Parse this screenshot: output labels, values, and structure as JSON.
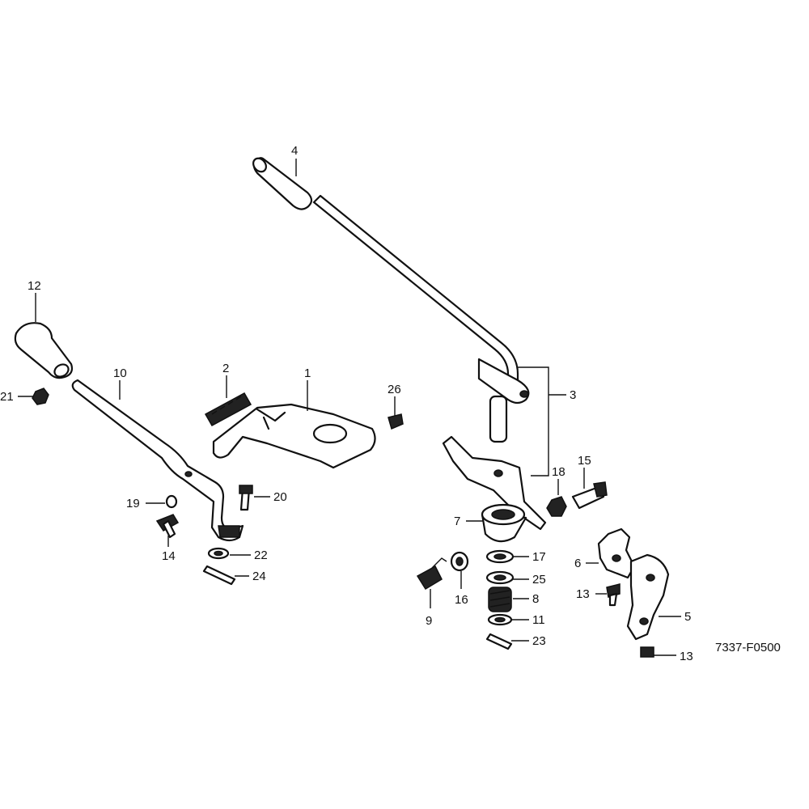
{
  "diagram": {
    "figure_code": "7337-F0500",
    "callouts": {
      "c1": "1",
      "c2": "2",
      "c3": "3",
      "c4": "4",
      "c5": "5",
      "c6": "6",
      "c7": "7",
      "c8": "8",
      "c9": "9",
      "c10": "10",
      "c11": "11",
      "c12": "12",
      "c13a": "13",
      "c13b": "13",
      "c14": "14",
      "c15": "15",
      "c16": "16",
      "c17": "17",
      "c18": "18",
      "c19": "19",
      "c20": "20",
      "c21": "21",
      "c22": "22",
      "c23": "23",
      "c24": "24",
      "c25": "25",
      "c26": "26"
    }
  }
}
